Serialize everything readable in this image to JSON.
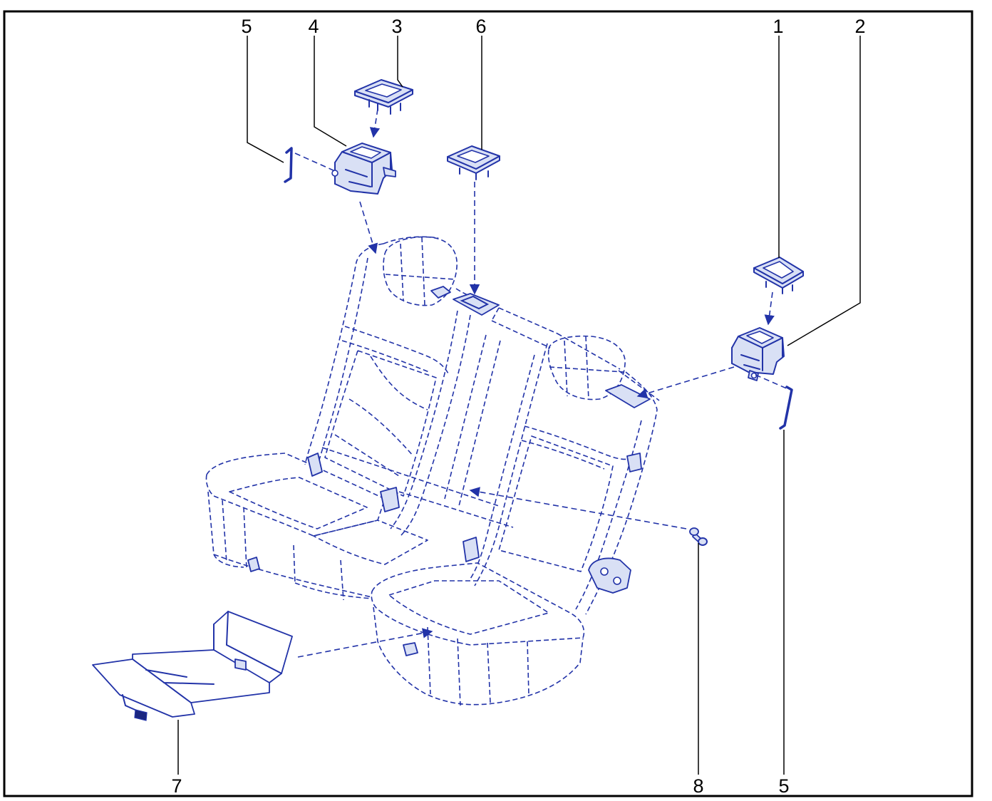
{
  "diagram": {
    "callouts": [
      {
        "label": "5"
      },
      {
        "label": "4"
      },
      {
        "label": "3"
      },
      {
        "label": "6"
      },
      {
        "label": "1"
      },
      {
        "label": "2"
      },
      {
        "label": "7"
      },
      {
        "label": "8"
      },
      {
        "label": "5"
      }
    ]
  },
  "colors": {
    "part_line": "#2233a8",
    "part_fill": "#d9e0f5",
    "part_dark": "#1a2680",
    "frame": "#000000",
    "leader": "#000000"
  }
}
